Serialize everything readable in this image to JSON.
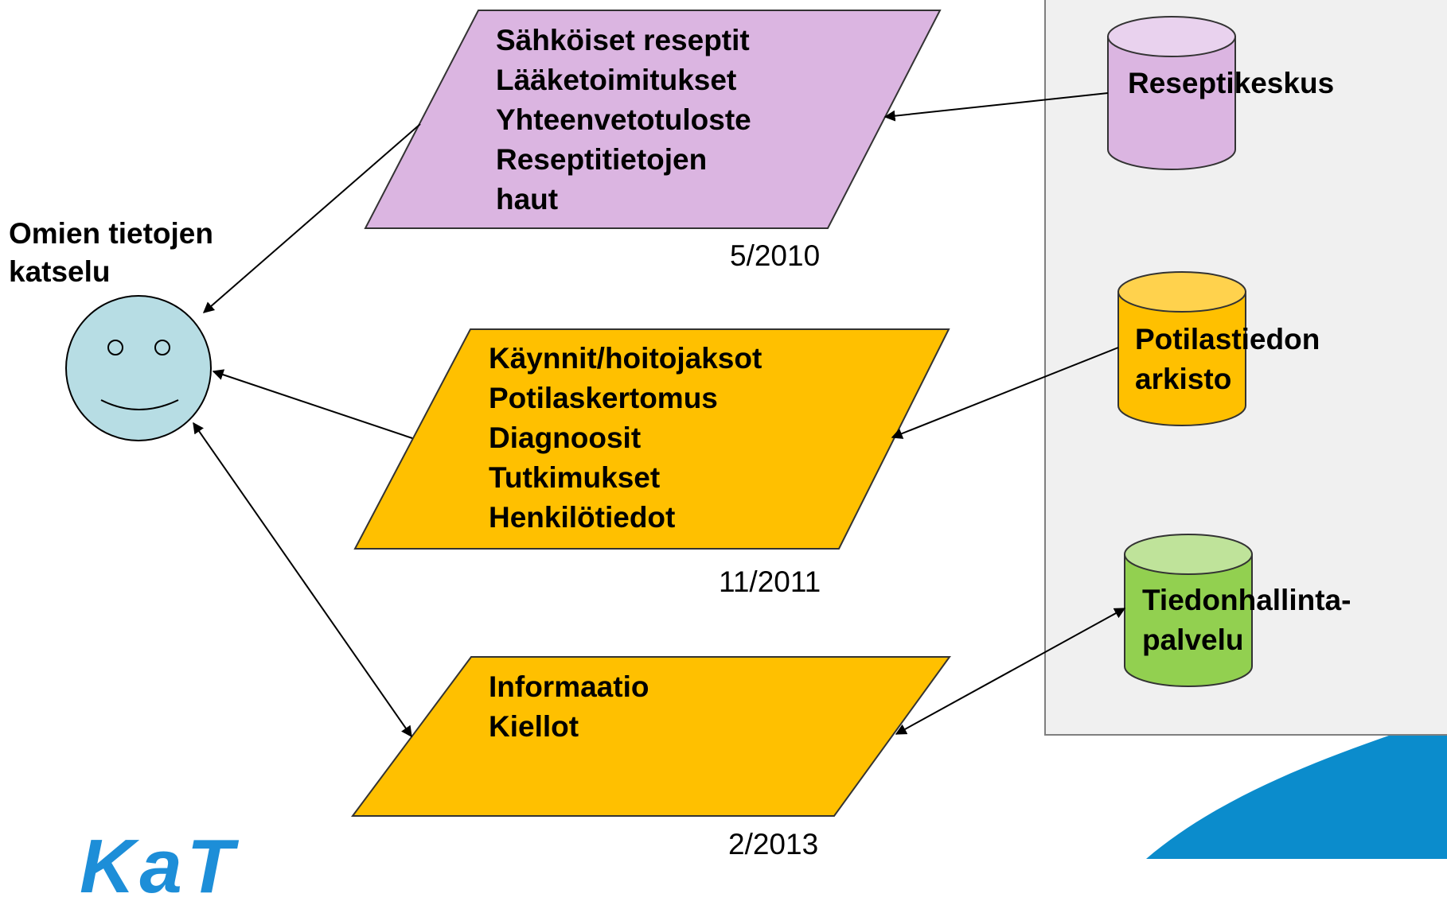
{
  "user": {
    "label": "Omien tietojen\nkatselu"
  },
  "services": [
    {
      "key": "prescriptions",
      "text": "Sähköiset reseptit\nLääketoimitukset\nYhteenvetotuloste\nReseptitietojen\nhaut",
      "date": "5/2010",
      "color": "#dbb5e1"
    },
    {
      "key": "patient-records",
      "text": "Käynnit/hoitojaksot\nPotilaskertomus\nDiagnoosit\nTutkimukset\nHenkilötiedot",
      "date": "11/2011",
      "color": "#ffc000"
    },
    {
      "key": "consent",
      "text": "Informaatio\nKiellot",
      "date": "2/2013",
      "color": "#ffc000"
    }
  ],
  "databases": [
    {
      "key": "reseptikeskus",
      "label": "Reseptikeskus",
      "color": "#dbb5e1"
    },
    {
      "key": "potilastiedon-arkisto",
      "label": "Potilastiedon\narkisto",
      "color": "#ffc000"
    },
    {
      "key": "tiedonhallintapalvelu",
      "label": "Tiedonhallinta-\npalvelu",
      "color": "#92d050"
    }
  ],
  "logo": {
    "text": "KaT"
  },
  "colors": {
    "panel": "#f0f0f0",
    "face": "#b7dde4",
    "swoosh": "#0b8ccc"
  }
}
